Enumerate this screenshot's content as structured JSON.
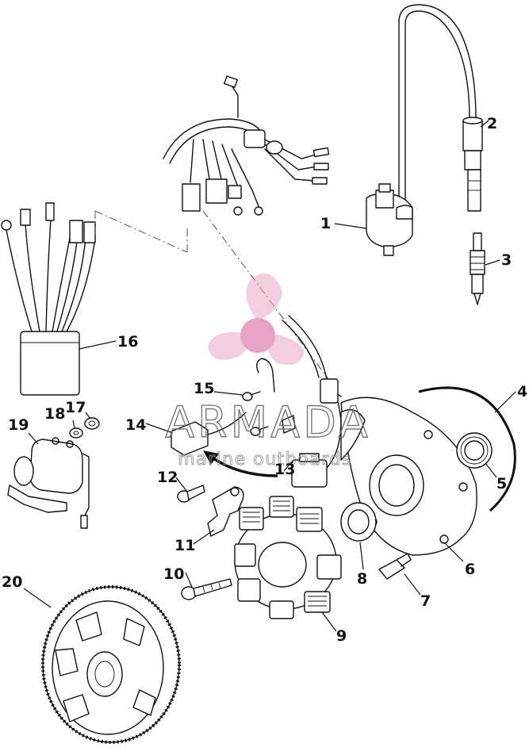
{
  "callouts": [
    {
      "id": "1",
      "label": "1"
    },
    {
      "id": "2",
      "label": "2"
    },
    {
      "id": "3",
      "label": "3"
    },
    {
      "id": "4",
      "label": "4"
    },
    {
      "id": "5",
      "label": "5"
    },
    {
      "id": "6",
      "label": "6"
    },
    {
      "id": "7",
      "label": "7"
    },
    {
      "id": "8",
      "label": "8"
    },
    {
      "id": "9",
      "label": "9"
    },
    {
      "id": "10",
      "label": "10"
    },
    {
      "id": "11",
      "label": "11"
    },
    {
      "id": "12",
      "label": "12"
    },
    {
      "id": "13",
      "label": "13"
    },
    {
      "id": "14",
      "label": "14"
    },
    {
      "id": "15",
      "label": "15"
    },
    {
      "id": "16",
      "label": "16"
    },
    {
      "id": "17",
      "label": "17"
    },
    {
      "id": "18",
      "label": "18"
    },
    {
      "id": "19",
      "label": "19"
    },
    {
      "id": "20",
      "label": "20"
    }
  ],
  "watermark": {
    "brand": "ARMADA",
    "tagline": "marine outboards",
    "color": "#e49ac0",
    "text_color": "#8a8a8a"
  }
}
